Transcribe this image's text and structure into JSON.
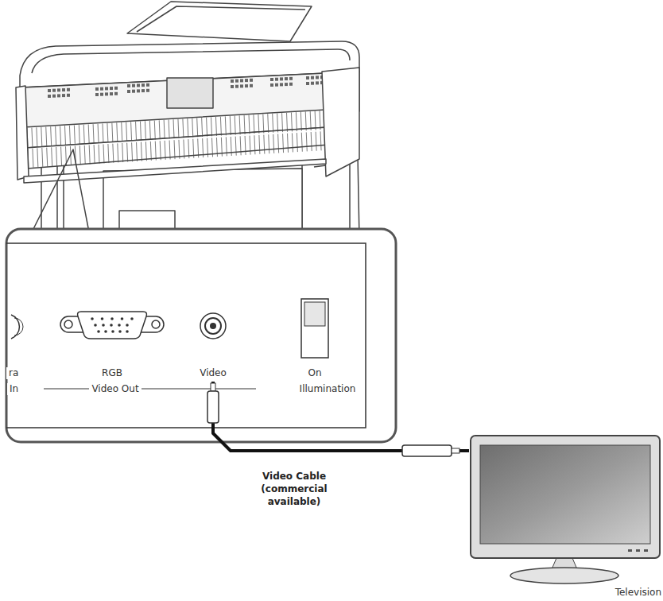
{
  "diagram": {
    "nodes": [
      {
        "text": [
          "Video"
        ]
      },
      {
        "text": [
          "Television"
        ]
      }
    ],
    "edges": [
      {
        "from": 0,
        "to": 1,
        "arrow": "none",
        "label": "Video Cable (commercial available)"
      }
    ],
    "labels": [
      "ra",
      "RGB",
      "On",
      "In",
      "Video Out",
      "Illumination"
    ]
  }
}
